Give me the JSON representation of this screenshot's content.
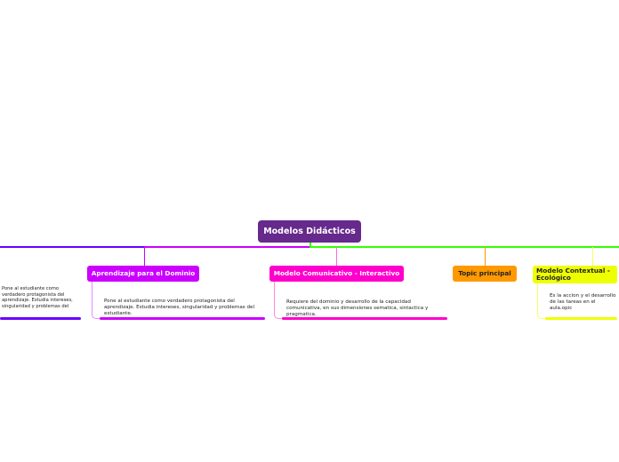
{
  "root": {
    "label": "Modelos Didácticos",
    "color": "#66298c"
  },
  "branches": [
    {
      "label": "",
      "description": "Pone al estudiante como verdadero protagonista del aprendizaje. Estudia intereses, singularidad y problemas del",
      "color": "#6a00ff"
    },
    {
      "label": "Aprendizaje para el Dominio",
      "description": "Pone al estudiante como verdadero protagonista del aprendizaje. Estudia intereses, singularidad y problemas del estudiante.",
      "color": "#cc00ff"
    },
    {
      "label": "Modelo Comunicativo - Interactivo",
      "description": "Requiere del dominio y desarrollo de la capacidad comunicativa, en sus dimensiones sematica, sintactica y pragmatica.",
      "color": "#ff00cc"
    },
    {
      "label": "Topic principal",
      "description": "",
      "color": "#ff9900"
    },
    {
      "label": "Modelo Contextual - Ecológico",
      "description": "Es la accion y el desarrollo de las tareas en el aula.opic",
      "color": "#eeff00"
    }
  ],
  "connector_colors": {
    "left": "#9900ff",
    "right": "#33ff00"
  }
}
